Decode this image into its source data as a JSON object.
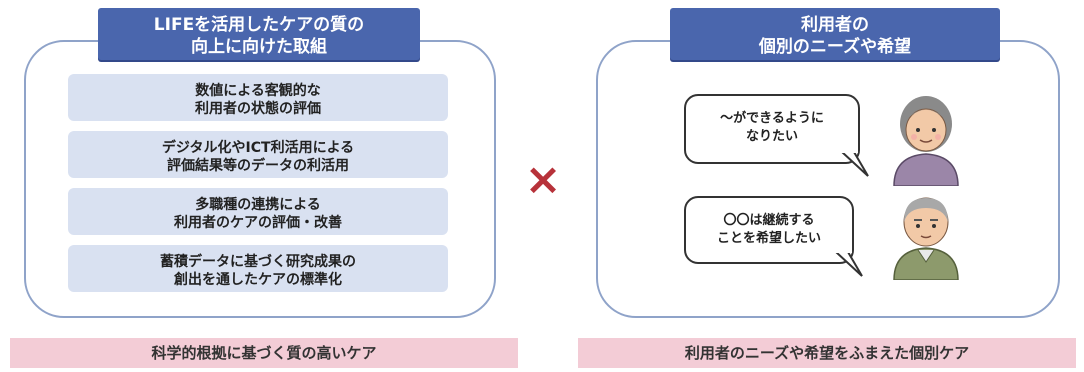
{
  "left": {
    "header_line1": "LIFEを活用したケアの質の",
    "header_line2": "向上に向けた取組",
    "items": [
      {
        "line1": "数値による客観的な",
        "line2": "利用者の状態の評価"
      },
      {
        "line1": "デジタル化やICT利活用による",
        "line2": "評価結果等のデータの利活用"
      },
      {
        "line1": "多職種の連携による",
        "line2": "利用者のケアの評価・改善"
      },
      {
        "line1": "蓄積データに基づく研究成果の",
        "line2": "創出を通したケアの標準化"
      }
    ],
    "footer": "科学的根拠に基づく質の高いケア"
  },
  "operator": "×",
  "right": {
    "header_line1": "利用者の",
    "header_line2": "個別のニーズや希望",
    "bubbles": [
      {
        "line1": "～ができるように",
        "line2": "なりたい"
      },
      {
        "line1": "〇〇は継続する",
        "line2": "ことを希望したい"
      }
    ],
    "footer": "利用者のニーズや希望をふまえた個別ケア"
  },
  "colors": {
    "header": "#4a66ad",
    "item_bg": "#d9e1f1",
    "panel_border": "#8fa3c9",
    "operator": "#b7323a",
    "footer_bg": "#f3ccd6"
  }
}
